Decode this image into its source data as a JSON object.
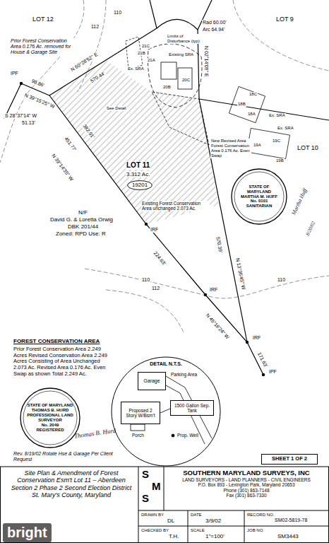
{
  "diagram": {
    "caption": "Site Plan & Amendment of Forest Conservation Esm't Lot 11 – Aberdeen Section 2 Phase 2 Second Election District St. Mary's County, Maryland",
    "nodes": [
      {
        "text": [
          "19201"
        ]
      },
      {
        "text": [
          "STATE OF MARYLAND",
          "MARTHA M. HUFF",
          "No. 0101",
          "SANITARIAN"
        ]
      },
      {
        "text": [
          "DETAIL N.T.S."
        ]
      },
      {
        "text": [
          "Garage"
        ],
        "in": 2
      },
      {
        "text": [
          "Proposed 2 Story W/Bsm't"
        ],
        "in": 2
      },
      {
        "text": [
          "1500 Gallon Sep. Tank"
        ],
        "in": 2
      },
      {
        "text": [
          "STATE OF MARYLAND",
          "THOMAS B. HURD",
          "PROFESSIONAL LAND SURVEYOR",
          "No. 2049",
          "REGISTERED"
        ]
      },
      {
        "text": [
          "SHEET 1 OF 2"
        ]
      },
      {
        "text": [
          "SOUTHERN MARYLAND SURVEYS, INC",
          "LAND SURVEYORS - LAND PLANNERS - CIVIL ENGINEERS",
          "P.O. Box 893 - Lexington Park, Maryland 20653",
          "Phone (301) 863-7148",
          "Fax (301) 863-7330"
        ]
      }
    ],
    "labels": [
      "LOT 12",
      "Prior Forest Conservation Area 0.176 Ac. removed for House & Garage Site",
      "112",
      "110",
      "IPF",
      "98.86'",
      "N 39°15'25\" W",
      "S 28°37'14\" W",
      "51.13'",
      "N 60°28'52\" E",
      "570.44'",
      "LOT 9",
      "21C",
      "21B",
      "21A",
      "Ex. SRA",
      "Existing SRA",
      "20B",
      "20C",
      "Limits of Disturbance (typ)",
      "Rad 60.00'",
      "Arc 64.94'",
      "N 02°14'09\" E",
      "18C",
      "18B",
      "18A",
      "Ex. SRA",
      "19A",
      "19C",
      "19B",
      "Ex. SRA",
      "See Detail",
      "New Revised Area Forest Conservation Area 0.176 Ac. Even Swap",
      "LOT 10",
      "Martha Huff",
      "8/20/02",
      "LOT 11",
      "3.312 Ac.",
      "Existing Forest Conservation Area unchanged 2.073 Ac.",
      "382.91'",
      "451.77'",
      "N 39°14'35\" W",
      "N/F",
      "David G. & Loretta Orwig",
      "DBK 201/44",
      "Zoned: RPD Use: R",
      "IRF",
      "IRF",
      "IRF",
      "IPF",
      "224.63'",
      "N 45°16'24\" W",
      "171.63'",
      "570.39'",
      "N 13°36'45\" W",
      "110",
      "112",
      "110",
      "FOREST CONSERVATION AREA",
      "Prior Forest Conservation Area 2.249 Acres Revised Conservation Area 2.249 Acres Consisting of Area Unchanged 2.073 Ac. Revised Area 0.176 Ac. Even Swap as shown Total 2.249 Ac.",
      "Thomas B. Hurd",
      "Rev. 8/19/02 Rotate Hse & Garage Per Client Request",
      "Parking Area",
      "Porch",
      "Prop. Well",
      "S",
      "M",
      "S",
      "DRAWN BY",
      "DL",
      "DATE",
      "3/9/02",
      "RECORD NO.",
      "SM02-5819-78",
      "CHECKED BY",
      "T.H.",
      "SCALE",
      "1\"=100'",
      "JOB NO.",
      "SM3443",
      "bright"
    ]
  }
}
